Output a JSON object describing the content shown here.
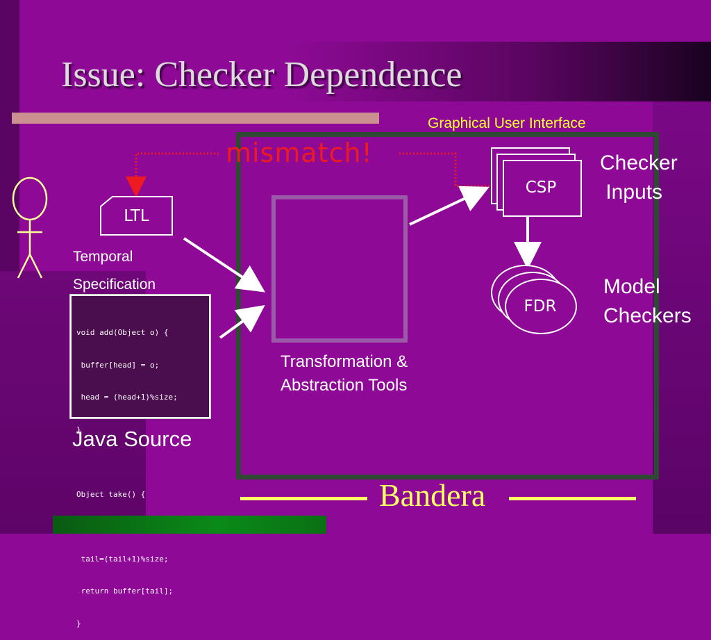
{
  "slide": {
    "title": "Issue: Checker Dependence",
    "gui_label": "Graphical User Interface",
    "mismatch_label": "mismatch!",
    "ltl_label": "LTL",
    "temporal_spec_lines": [
      "Temporal",
      "Specification"
    ],
    "code_lines": [
      "void add(Object o) {",
      " buffer[head] = o;",
      " head = (head+1)%size;",
      "}",
      "",
      "Object take() {",
      " …",
      " tail=(tail+1)%size;",
      " return buffer[tail];",
      "}"
    ],
    "java_source_label": "Java Source",
    "transform_lines": [
      "Transformation &",
      "Abstraction Tools"
    ],
    "csp_label": "CSP",
    "checker_inputs_lines": [
      "Checker",
      " Inputs"
    ],
    "fdr_label": "FDR",
    "model_checkers_lines": [
      "Model",
      "Checkers"
    ],
    "bandera_label": "Bandera"
  },
  "colors": {
    "background": "#8e0a96",
    "title_text": "#dcdcdc",
    "accent_yellow": "#ffff33",
    "mismatch_red": "#ee1a22",
    "frame_green": "#2f4a33"
  }
}
